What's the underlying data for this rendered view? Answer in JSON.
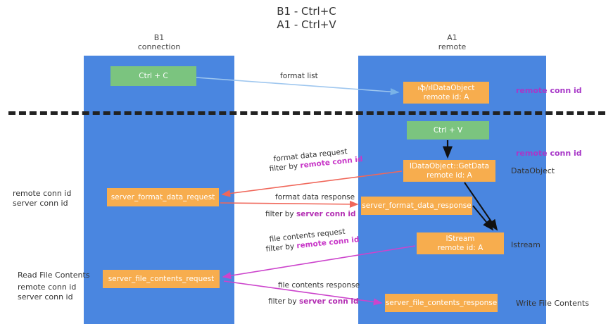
{
  "diagram": {
    "title_line1": "B1 - Ctrl+C",
    "title_line2": "A1 - Ctrl+V",
    "columns": [
      {
        "name": "B1",
        "sub": "connection",
        "color": "#4a86e0"
      },
      {
        "name": "A1",
        "sub": "remote",
        "color": "#4a86e0"
      }
    ],
    "colors": {
      "lane": "#4a86e0",
      "green_node": "#7bc47f",
      "orange_node": "#f7ad4e",
      "remote_conn_id": "#a838c8",
      "server_conn_id": "#5aa85f",
      "arrow_blue": "#9fc7ef",
      "arrow_red": "#f0675a",
      "arrow_magenta": "#cc44cc",
      "arrow_black": "#111111",
      "divider": "#222222"
    },
    "nodes": [
      {
        "id": "ctrl-c",
        "label": "Ctrl + C",
        "label2": "",
        "type": "green",
        "column": "B1"
      },
      {
        "id": "idataobject",
        "label": "וֆ/ּזIDataObject",
        "label2": "remote id: A",
        "type": "orange",
        "column": "A1"
      },
      {
        "id": "ctrl-v",
        "label": "Ctrl + V",
        "label2": "",
        "type": "green",
        "column": "A1"
      },
      {
        "id": "idataobject-getdata",
        "label": "IDataObject::GetData",
        "label2": "remote id: A",
        "type": "orange",
        "column": "A1"
      },
      {
        "id": "server-format-data-request",
        "label": "server_format_data_request",
        "label2": "",
        "type": "orange",
        "column": "B1"
      },
      {
        "id": "server-format-data-response",
        "label": "server_format_data_response",
        "label2": "",
        "type": "orange",
        "column": "A1"
      },
      {
        "id": "istream",
        "label": "IStream",
        "label2": "remote id: A",
        "type": "orange",
        "column": "A1"
      },
      {
        "id": "server-file-contents-request",
        "label": "server_file_contents_request",
        "label2": "",
        "type": "orange",
        "column": "B1"
      },
      {
        "id": "server-file-contents-response",
        "label": "server_file_contents_response",
        "label2": "",
        "type": "orange",
        "column": "A1"
      }
    ],
    "edge_labels": {
      "format_list": "format list",
      "format_data_request": "format data request",
      "format_data_request_filter_prefix": "filter by ",
      "format_data_request_filter_value": "remote conn id",
      "format_data_response": "format data response",
      "format_data_response_filter_prefix": "filter by ",
      "format_data_response_filter_value": "server conn id",
      "file_contents_request": "file contents request",
      "file_contents_request_filter_prefix": "filter by ",
      "file_contents_request_filter_value": "remote conn id",
      "file_contents_response": "file contents response",
      "file_contents_response_filter_prefix": "filter by ",
      "file_contents_response_filter_value": "server conn id"
    },
    "side_labels": {
      "remote_conn_id_top": "remote conn id",
      "remote_conn_id_mid": "remote conn id",
      "dataobject": "DataObject",
      "istream": "Istream",
      "write_file_contents": "Write File Contents"
    },
    "legends": {
      "middle": {
        "remote": "remote conn id",
        "server": "server conn id"
      },
      "bottom": {
        "heading": "Read File Contents",
        "remote": "remote conn id",
        "server": "server conn id"
      }
    }
  }
}
